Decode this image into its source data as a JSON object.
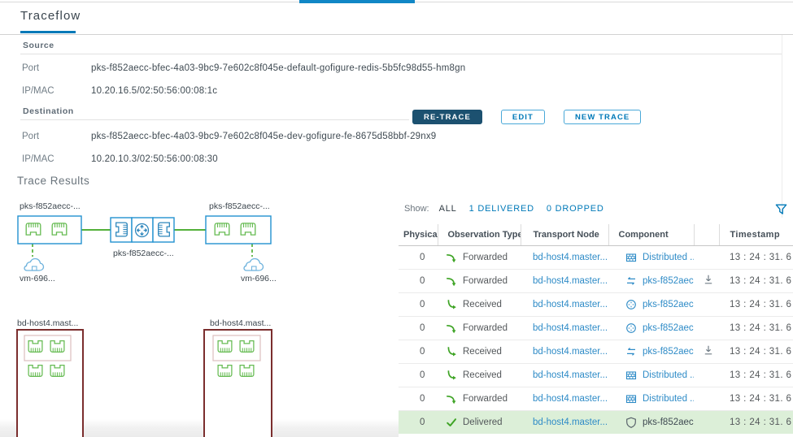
{
  "header": {
    "title": "Traceflow"
  },
  "source": {
    "section_label": "Source",
    "port_label": "Port",
    "port_value": "pks-f852aecc-bfec-4a03-9bc9-7e602c8f045e-default-gofigure-redis-5b5fc98d55-hm8gn",
    "ipmac_label": "IP/MAC",
    "ipmac_value": "10.20.16.5/02:50:56:00:08:1c"
  },
  "destination": {
    "section_label": "Destination",
    "port_label": "Port",
    "port_value": "pks-f852aecc-bfec-4a03-9bc9-7e602c8f045e-dev-gofigure-fe-8675d58bbf-29nx9",
    "ipmac_label": "IP/MAC",
    "ipmac_value": "10.20.10.3/02:50:56:00:08:30"
  },
  "actions": {
    "retrace": "RE-TRACE",
    "edit": "EDIT",
    "new_trace": "NEW TRACE"
  },
  "trace_results": {
    "title": "Trace Results"
  },
  "diagram": {
    "segment_left_label": "pks-f852aecc-...",
    "segment_right_label": "pks-f852aecc-...",
    "router_label": "pks-f852aecc-...",
    "vm_left_label": "vm-696...",
    "vm_right_label": "vm-696...",
    "host_left_label": "bd-host4.mast...",
    "host_right_label": "bd-host4.mast..."
  },
  "filters": {
    "show_label": "Show:",
    "all": "ALL",
    "delivered": "1 DELIVERED",
    "dropped": "0 DROPPED",
    "filter_icon": "funnel-icon"
  },
  "table": {
    "columns": [
      "Physical",
      "Observation Type",
      "Transport Node",
      "Component",
      "",
      "Timestamp"
    ],
    "rows": [
      {
        "physical": "0",
        "observation": "Forwarded",
        "observation_icon": "forwarded-icon",
        "transport": "bd-host4.master...",
        "component": "Distributed ...",
        "component_icon": "distributed-firewall-icon",
        "download": false,
        "timestamp": "13 : 24 : 31. 6"
      },
      {
        "physical": "0",
        "observation": "Forwarded",
        "observation_icon": "forwarded-icon",
        "transport": "bd-host4.master...",
        "component": "pks-f852aec...",
        "component_icon": "port-swap-icon",
        "download": true,
        "timestamp": "13 : 24 : 31. 6"
      },
      {
        "physical": "0",
        "observation": "Received",
        "observation_icon": "received-icon",
        "transport": "bd-host4.master...",
        "component": "pks-f852aec...",
        "component_icon": "switch-icon",
        "download": false,
        "timestamp": "13 : 24 : 31. 6"
      },
      {
        "physical": "0",
        "observation": "Forwarded",
        "observation_icon": "forwarded-icon",
        "transport": "bd-host4.master...",
        "component": "pks-f852aec...",
        "component_icon": "switch-icon",
        "download": false,
        "timestamp": "13 : 24 : 31. 6"
      },
      {
        "physical": "0",
        "observation": "Received",
        "observation_icon": "received-icon",
        "transport": "bd-host4.master...",
        "component": "pks-f852aec...",
        "component_icon": "port-swap-icon",
        "download": true,
        "timestamp": "13 : 24 : 31. 6"
      },
      {
        "physical": "0",
        "observation": "Received",
        "observation_icon": "received-icon",
        "transport": "bd-host4.master...",
        "component": "Distributed ...",
        "component_icon": "distributed-firewall-icon",
        "download": false,
        "timestamp": "13 : 24 : 31. 6"
      },
      {
        "physical": "0",
        "observation": "Forwarded",
        "observation_icon": "forwarded-icon",
        "transport": "bd-host4.master...",
        "component": "Distributed ...",
        "component_icon": "distributed-firewall-icon",
        "download": false,
        "timestamp": "13 : 24 : 31. 6"
      },
      {
        "physical": "0",
        "observation": "Delivered",
        "observation_icon": "delivered-check-icon",
        "transport": "bd-host4.master...",
        "component": "pks-f852aec...",
        "component_icon": "shield-icon",
        "download": false,
        "timestamp": "13 : 24 : 31. 6"
      }
    ]
  },
  "colors": {
    "accent_blue": "#0079b8",
    "link_blue": "#2e8bc7",
    "primary_button": "#1c5170",
    "success_green": "#3fa426",
    "delivered_row_bg": "#dcefd8",
    "diagram_node_blue": "#2292d0",
    "diagram_green": "#3da51f",
    "host_box_red": "#7b2e2e"
  }
}
